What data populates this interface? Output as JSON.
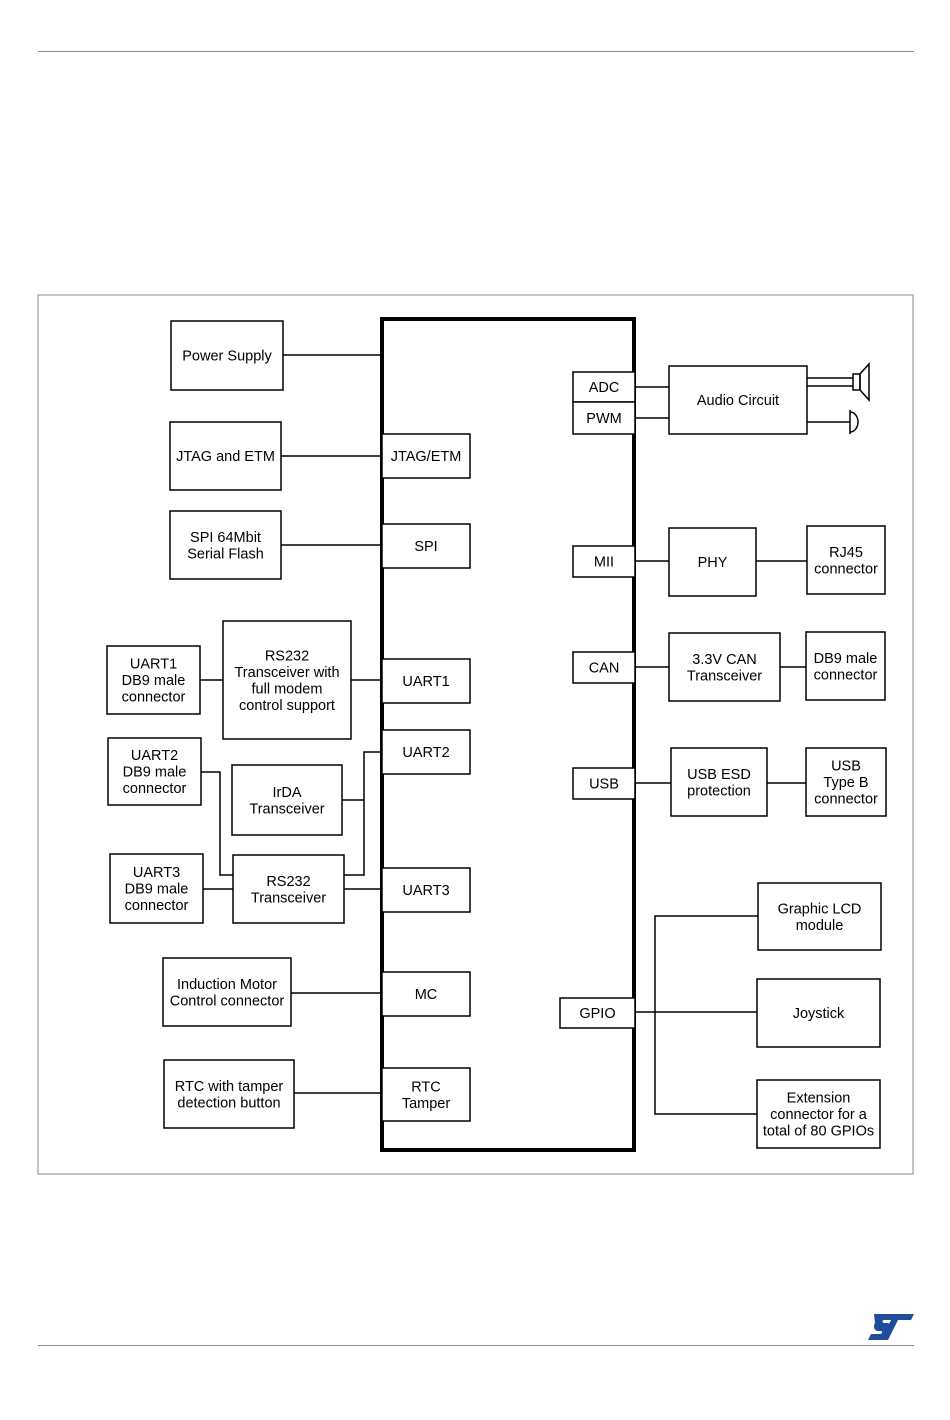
{
  "logo": {
    "name": "ST",
    "color": "#1f4d9c"
  },
  "diagram": {
    "mcu_ports": {
      "jtag_etm": "JTAG/ETM",
      "spi": "SPI",
      "uart1": "UART1",
      "uart2": "UART2",
      "uart3": "UART3",
      "mc": "MC",
      "rtc": [
        "RTC",
        "Tamper"
      ],
      "adc": "ADC",
      "pwm": "PWM",
      "mii": "MII",
      "can": "CAN",
      "usb": "USB",
      "gpio": "GPIO"
    },
    "left_blocks": {
      "power_supply": [
        "Power Supply"
      ],
      "jtag_and_etm": [
        "JTAG and ETM"
      ],
      "spi_flash": [
        "SPI 64Mbit",
        "Serial Flash"
      ],
      "rs232_modem": [
        "RS232",
        "Transceiver with",
        "full modem",
        "control support"
      ],
      "uart1_connector": [
        "UART1",
        "DB9 male",
        "connector"
      ],
      "uart2_connector": [
        "UART2",
        "DB9 male",
        "connector"
      ],
      "irda": [
        "IrDA",
        "Transceiver"
      ],
      "rs232": [
        "RS232",
        "Transceiver"
      ],
      "uart3_connector": [
        "UART3",
        "DB9 male",
        "connector"
      ],
      "motor": [
        "Induction Motor",
        "Control connector"
      ],
      "rtc_tamper": [
        "RTC with tamper",
        "detection button"
      ]
    },
    "right_blocks": {
      "audio": [
        "Audio Circuit"
      ],
      "phy": [
        "PHY"
      ],
      "rj45": [
        "RJ45",
        "connector"
      ],
      "can_transceiver": [
        "3.3V CAN",
        "Transceiver"
      ],
      "can_db9": [
        "DB9 male",
        "connector"
      ],
      "usb_esd": [
        "USB ESD",
        "protection"
      ],
      "usb_connector": [
        "USB",
        "Type B",
        "connector"
      ],
      "lcd": [
        "Graphic LCD",
        "module"
      ],
      "joystick": [
        "Joystick"
      ],
      "extension": [
        "Extension",
        "connector for a",
        "total of 80 GPIOs"
      ]
    }
  }
}
